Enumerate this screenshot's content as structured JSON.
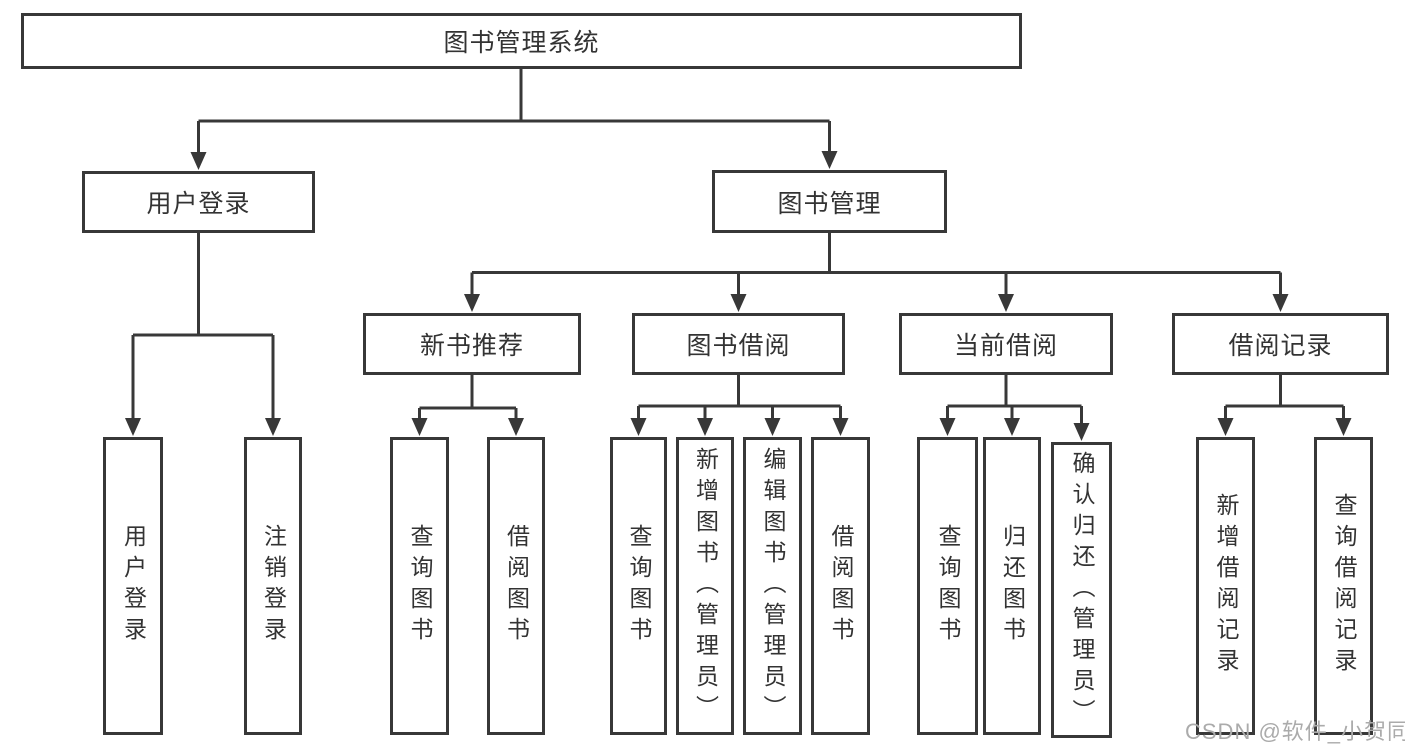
{
  "diagram_type": "hierarchy-tree",
  "colors": {
    "background": "#ffffff",
    "line": "#383838",
    "box_border": "#383838",
    "text": "#333333",
    "watermark": "#ababab"
  },
  "watermark": {
    "text": "CSDN @软件_小贺同学"
  },
  "tree": {
    "label": "图书管理系统",
    "children": [
      {
        "label": "用户登录",
        "children": [
          {
            "label": "用户登录"
          },
          {
            "label": "注销登录"
          }
        ]
      },
      {
        "label": "图书管理",
        "children": [
          {
            "label": "新书推荐",
            "children": [
              {
                "label": "查询图书"
              },
              {
                "label": "借阅图书"
              }
            ]
          },
          {
            "label": "图书借阅",
            "children": [
              {
                "label": "查询图书"
              },
              {
                "label": "新增图书（管理员）"
              },
              {
                "label": "编辑图书（管理员）"
              },
              {
                "label": "借阅图书"
              }
            ]
          },
          {
            "label": "当前借阅",
            "children": [
              {
                "label": "查询图书"
              },
              {
                "label": "归还图书"
              },
              {
                "label": "确认归还（管理员）"
              }
            ]
          },
          {
            "label": "借阅记录",
            "children": [
              {
                "label": "新增借阅记录"
              },
              {
                "label": "查询借阅记录"
              }
            ]
          }
        ]
      }
    ]
  }
}
